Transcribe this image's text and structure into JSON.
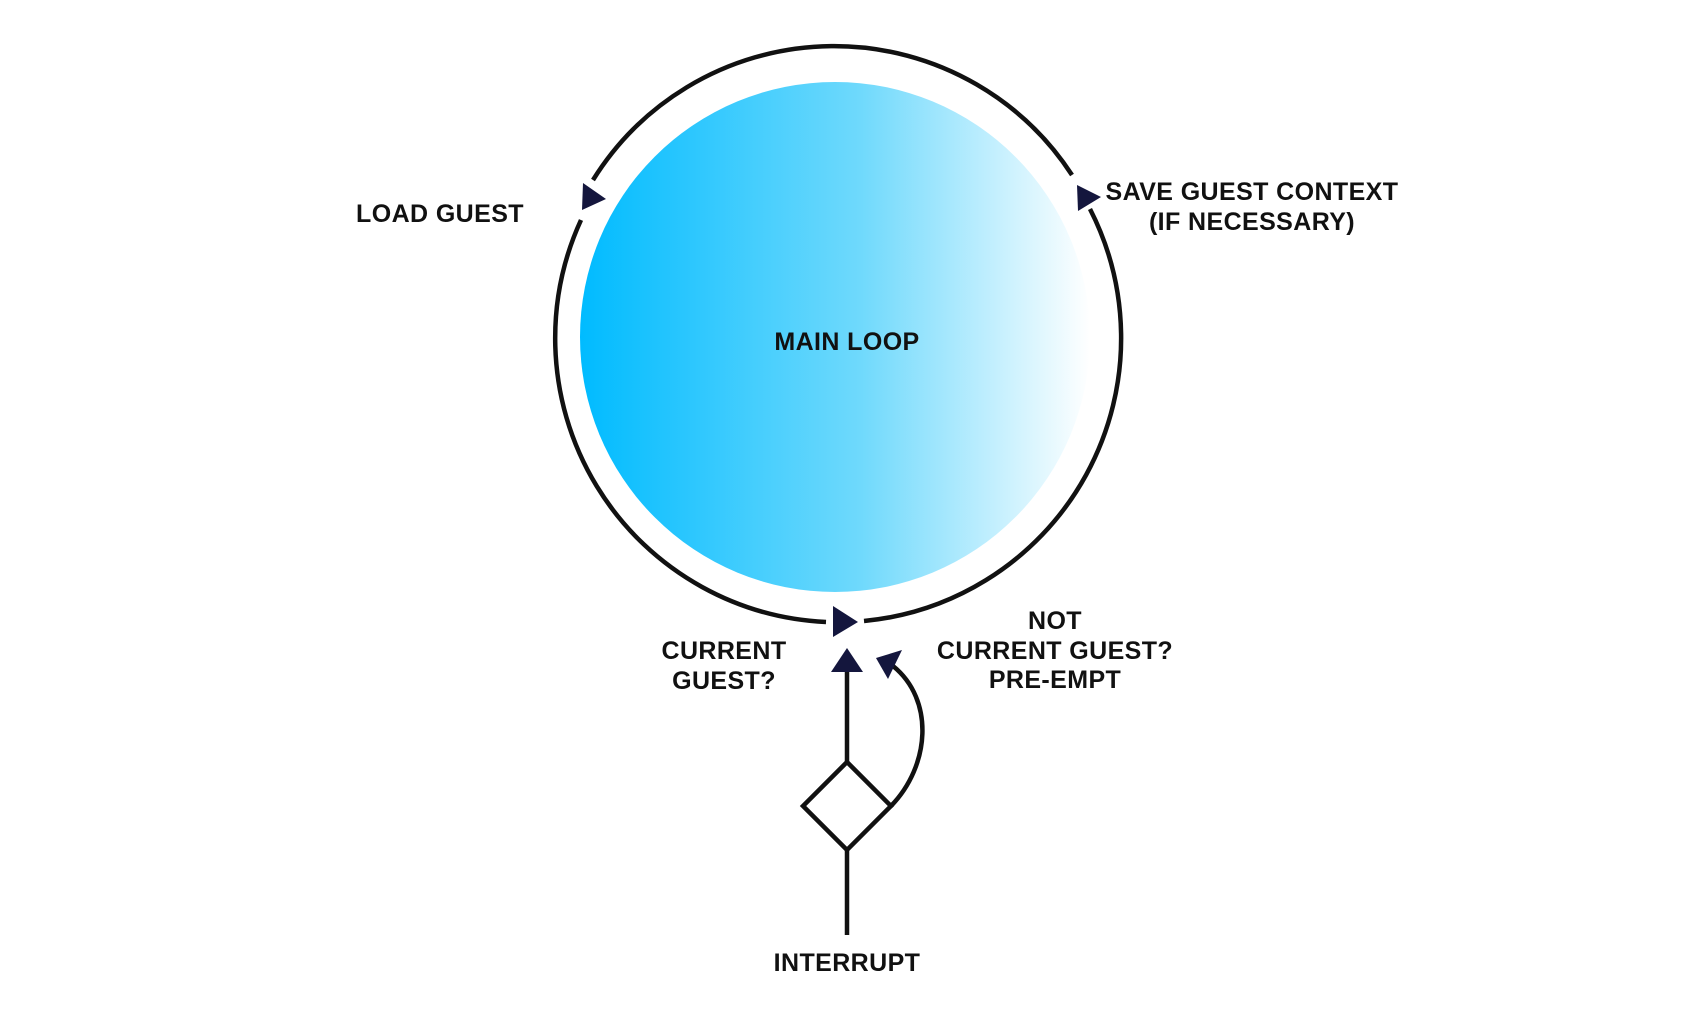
{
  "colors": {
    "circle_gradient_left": "#00bbff",
    "circle_gradient_mid": "#6fd9fc",
    "circle_gradient_right": "#ffffff",
    "arrowhead": "#14163d",
    "stroke": "#111111",
    "text": "#111111"
  },
  "main_loop": {
    "label": "MAIN LOOP"
  },
  "labels": {
    "load_guest": "LOAD GUEST",
    "save_context_line1": "SAVE GUEST CONTEXT",
    "save_context_line2": "(IF NECESSARY)",
    "current_guest_line1": "CURRENT",
    "current_guest_line2": "GUEST?",
    "not_current_line1": "NOT",
    "not_current_line2": "CURRENT GUEST?",
    "not_current_line3": "PRE-EMPT",
    "interrupt": "INTERRUPT"
  }
}
